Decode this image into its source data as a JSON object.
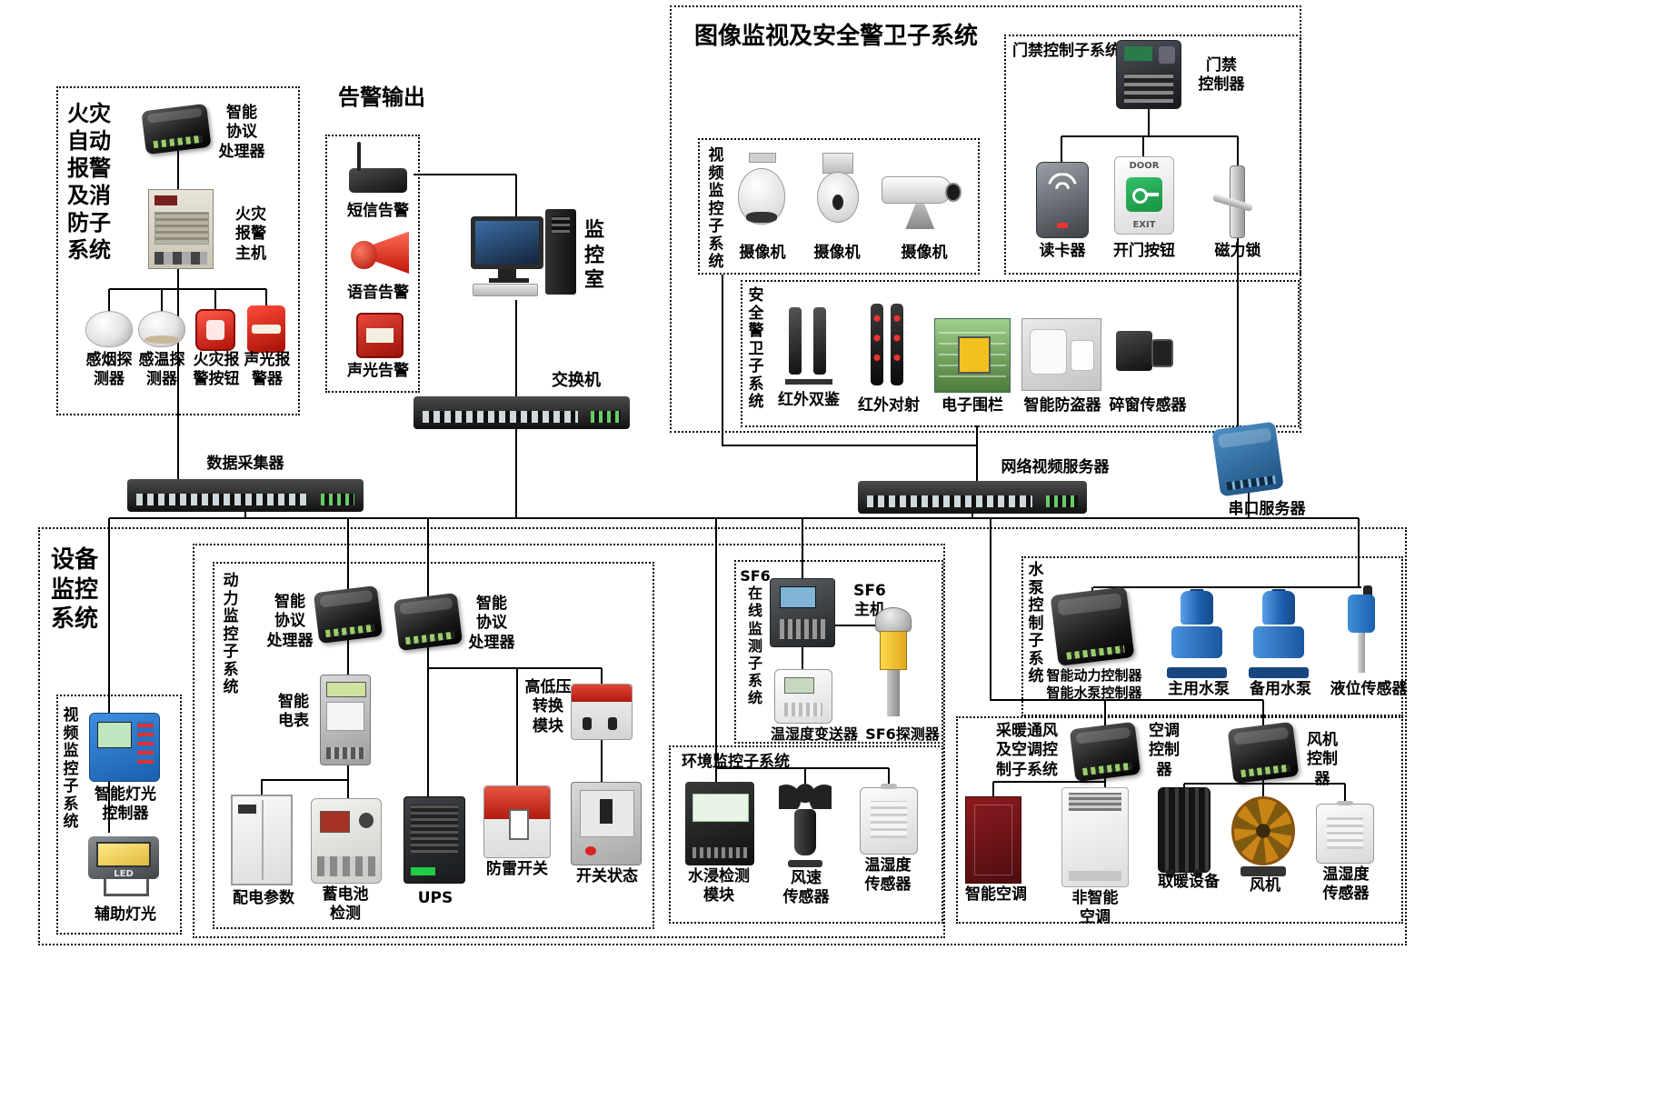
{
  "colors": {
    "line": "#000000",
    "background": "#ffffff"
  },
  "fire": {
    "title": "火灾\n自动\n报警\n及消\n防子\n系统",
    "processor": "智能\n协议\n处理器",
    "host": "火灾\n报警\n主机",
    "smoke": "感烟探\n测器",
    "temp": "感温探\n测器",
    "button": "火灾报\n警按钮",
    "sound": "声光报\n警器"
  },
  "alarm": {
    "title": "告警输出",
    "sms": "短信告警",
    "voice": "语音告警",
    "soundlight": "声光告警"
  },
  "room": {
    "label": "监\n控\n室"
  },
  "switch1": {
    "label": "交换机"
  },
  "imgsec": {
    "title": "图像监视及安全警卫子系统"
  },
  "video1": {
    "title": "视\n频\n监\n控\n子\n系\n统",
    "cam1": "摄像机",
    "cam2": "摄像机",
    "cam3": "摄像机"
  },
  "access": {
    "title": "门禁控制子系统",
    "controller": "门禁\n控制器",
    "reader": "读卡器",
    "open_button": "开门按钮",
    "lock": "磁力锁",
    "door_text": "DOOR",
    "exit_text": "EXIT"
  },
  "guard": {
    "title": "安\n全\n警\n卫\n子\n系\n统",
    "ir_dual": "红外双鉴",
    "ir_beam": "红外对射",
    "fence": "电子围栏",
    "antitheft": "智能防盗器",
    "window": "碎窗传感器"
  },
  "collector": {
    "label": "数据采集器"
  },
  "nvs": {
    "label": "网络视频服务器"
  },
  "serial": {
    "label": "串口服务器"
  },
  "equip": {
    "title": "设备\n监控\n系统"
  },
  "video2": {
    "title": "视\n频\n监\n控\n子\n系\n统",
    "light_controller": "智能灯光\n控制器",
    "led": "LED",
    "aux_light": "辅助灯光"
  },
  "power": {
    "title": "动\n力\n监\n控\n子\n系\n统",
    "proc1": "智能\n协议\n处理器",
    "proc2": "智能\n协议\n处理器",
    "meter": "智能\n电表",
    "hv_module": "高低压\n转换\n模块",
    "dist": "配电参数",
    "battery": "蓄电池\n检测",
    "ups": "UPS",
    "lightning": "防雷开关",
    "sw_status": "开关状态"
  },
  "sf6": {
    "title": "SF6\n在\n线\n监\n测\n子\n系\n统",
    "host": "SF6\n主机",
    "transmitter": "温湿度变送器",
    "detector": "SF6探测器"
  },
  "env": {
    "title": "环境监控子系统",
    "water": "水浸检测\n模块",
    "wind": "风速\n传感器",
    "th": "温湿度\n传感器"
  },
  "pump": {
    "title": "水\n泵\n控\n制\n子\n系\n统",
    "controller": "智能动力控制器\n智能水泵控制器",
    "main": "主用水泵",
    "backup": "备用水泵",
    "level": "液位传感器"
  },
  "hvac": {
    "title": "采暖通风\n及空调控\n制子系统",
    "ac_controller": "空调\n控制器",
    "fan_controller": "风机\n控制器",
    "smart_ac": "智能空调",
    "plain_ac": "非智能\n空调",
    "heater": "取暖设备",
    "fan": "风机",
    "th": "温湿度\n传感器"
  }
}
